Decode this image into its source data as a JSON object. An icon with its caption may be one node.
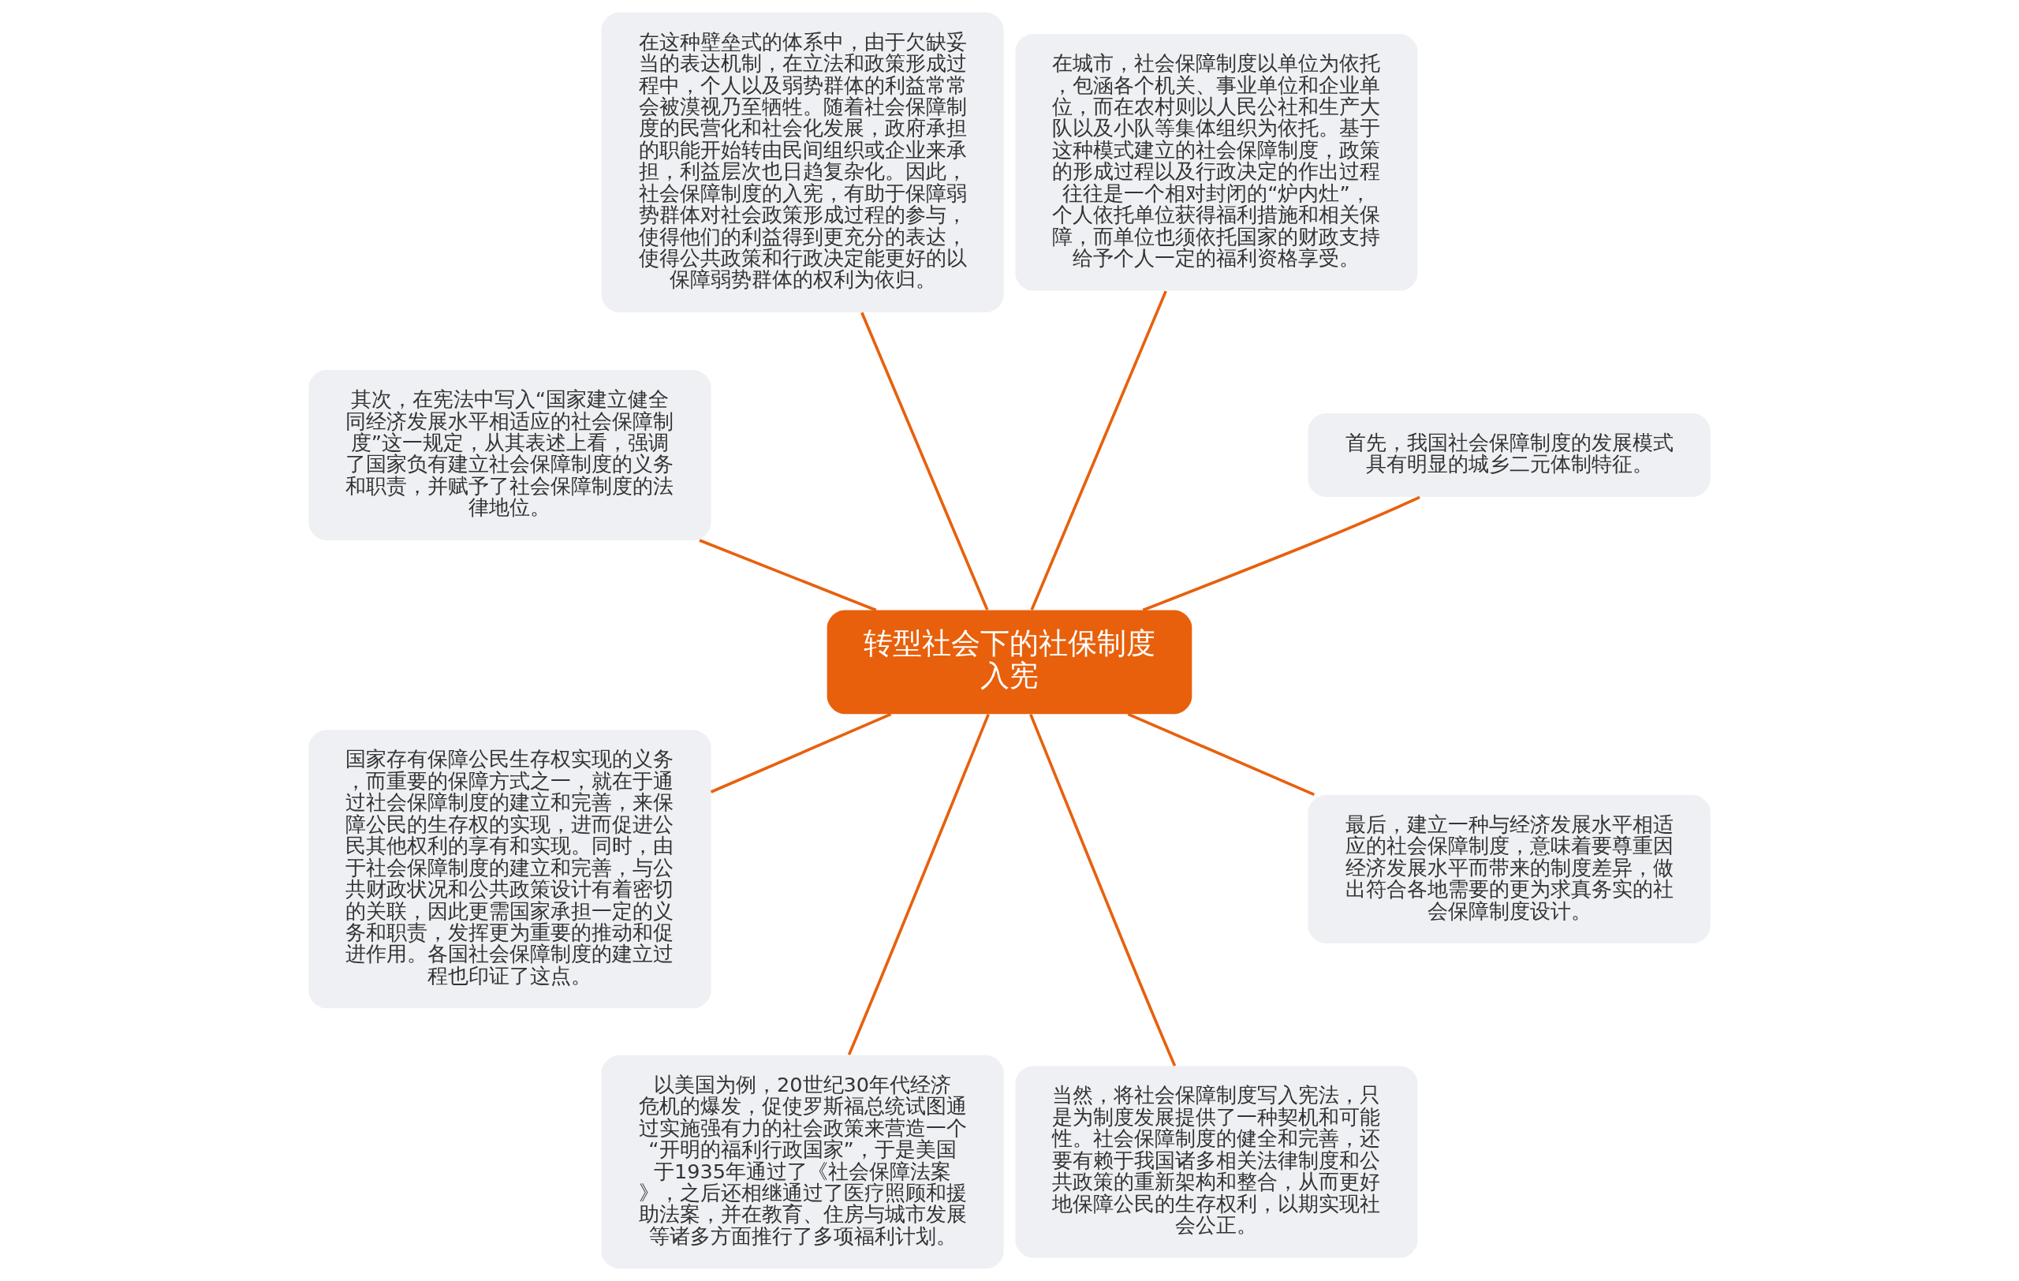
{
  "diagram": {
    "nodes": [
      {
        "text": [
          "转型社会下的社保制度入宪"
        ]
      },
      {
        "text": [
          "首先，我国社会保障制度的发展模式具有明显的城乡二元体制特征。"
        ]
      },
      {
        "text": [
          "在城市，社会保障制度以单位为依托，包涵各个机关、事业单位和企业单位，而在农村则以人民公社和生产大队以及小队等集体组织为依托。基于这种模式建立的社会保障制度，政策的形成过程以及行政决定的作出过程往往是一个相对封闭的“炉内灶”，个人依托单位获得福利措施和相关保障，而单位也须依托国家的财政支持给予个人一定的福利资格享受。"
        ]
      },
      {
        "text": [
          "在这种壁垒式的体系中，由于欠缺妥当的表达机制，在立法和政策形成过程中，个人以及弱势群体的利益常常会被漠视乃至牺牲。随着社会保障制度的民营化和社会化发展，政府承担的职能开始转由民间组织或企业来承担，利益层次也日趋复杂化。因此，社会保障制度的入宪，有助于保障弱势群体对社会政策形成过程的参与，使得他们的利益得到更充分的表达，使得公共政策和行政决定能更好的以保障弱势群体的权利为依归。"
        ]
      },
      {
        "text": [
          "其次，在宪法中写入“国家建立健全同经济发展水平相适应的社会保障制度”这一规定，从其表述上看，强调了国家负有建立社会保障制度的义务和职责，并赋予了社会保障制度的法律地位。"
        ]
      },
      {
        "text": [
          "国家存有保障公民生存权实现的义务，而重要的保障方式之一，就在于通过社会保障制度的建立和完善，来保障公民的生存权的实现，进而促进公民其他权利的享有和实现。同时，由于社会保障制度的建立和完善，与公共财政状况和公共政策设计有着密切的关联，因此更需国家承担一定的义务和职责，发挥更为重要的推动和促进作用。各国社会保障制度的建立过程也印证了这点。"
        ]
      },
      {
        "text": [
          "以美国为例，20世纪30年代经济危机的爆发，促使罗斯福总统试图通过实施强有力的社会政策来营造一个“开明的福利行政国家”，于是美国于1935年通过了《社会保障法案》，之后还相继通过了医疗照顾和援助法案，并在教育、住房与城市发展等诸多方面推行了多项福利计划。"
        ]
      },
      {
        "text": [
          "当然，将社会保障制度写入宪法，只是为制度发展提供了一种契机和可能性。社会保障制度的健全和完善，还要有赖于我国诸多相关法律制度和公共政策的重新架构和整合，从而更好地保障公民的生存权利，以期实现社会公正。"
        ]
      },
      {
        "text": [
          "最后，建立一种与经济发展水平相适应的社会保障制度，意味着要尊重因经济发展水平而带来的制度差异，做出符合各地需要的更为求真务实的社会保障制度设计。"
        ]
      }
    ],
    "edges": [
      {
        "from": 0,
        "to": 1,
        "arrow": "none"
      },
      {
        "from": 0,
        "to": 3,
        "arrow": "none"
      },
      {
        "from": 0,
        "to": 5,
        "arrow": "none"
      },
      {
        "from": 0,
        "to": 8,
        "arrow": "none"
      },
      {
        "from": 0,
        "to": 7,
        "arrow": "none"
      },
      {
        "from": 0,
        "to": 6,
        "arrow": "none"
      },
      {
        "from": 0,
        "to": 4,
        "arrow": "none"
      },
      {
        "from": 0,
        "to": 2,
        "arrow": "none"
      }
    ]
  }
}
